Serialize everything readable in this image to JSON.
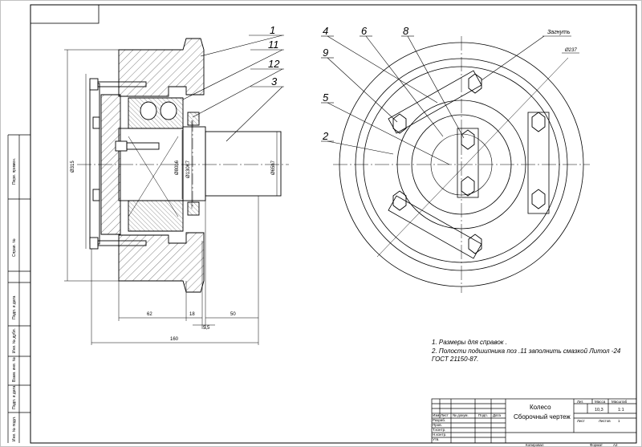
{
  "part_labels": {
    "p1": "1",
    "p11": "11",
    "p12": "12",
    "p3": "3",
    "p4": "4",
    "p6": "6",
    "p8": "8",
    "p9": "9",
    "p5": "5",
    "p2": "2",
    "bend": "Загнуть"
  },
  "dims": {
    "d315": "Ø315",
    "d80": "Ø80h6",
    "d130": "Ø130K7",
    "d65": "Ø65h7",
    "d237": "Ø237",
    "l62": "62",
    "l18": "18",
    "l50": "50",
    "l55": "5,5",
    "l160": "160"
  },
  "notes": {
    "n1": "1.  Размеры для справок .",
    "n2": "2.  Полости подшипника поз .11  заполнить смазкой Литол -24",
    "n3": "ГОСТ  21150-87."
  },
  "title_block": {
    "name1": "Колесо",
    "name2": "Сборочный чертеж",
    "h_izm": "Изм.",
    "h_list": "Лист",
    "h_doc": "№  докум.",
    "h_sign": "Подп.",
    "h_date": "Дата",
    "r_razrab": "Разраб.",
    "r_prov": "Пров.",
    "r_tkontr": "Т.контр.",
    "r_nkontr": "Н.контр.",
    "r_utv": "Утв.",
    "lit": "Лит.",
    "massa": "Масса",
    "masshtab": "Масштаб",
    "massa_val": "10,3",
    "masshtab_val": "1:1",
    "list": "Лист",
    "listov": "Листов",
    "listov_val": "1",
    "kopiroval": "Копировал",
    "format": "Формат",
    "format_val": "А2"
  },
  "side_stamps": {
    "s1": "Перв. примен.",
    "s2": "Справ. №",
    "s3": "Подп. и дата",
    "s4": "Инв. № дубл.",
    "s5": "Взам. инв. №",
    "s6": "Подп. и дата",
    "s7": "Инв. № подл."
  }
}
